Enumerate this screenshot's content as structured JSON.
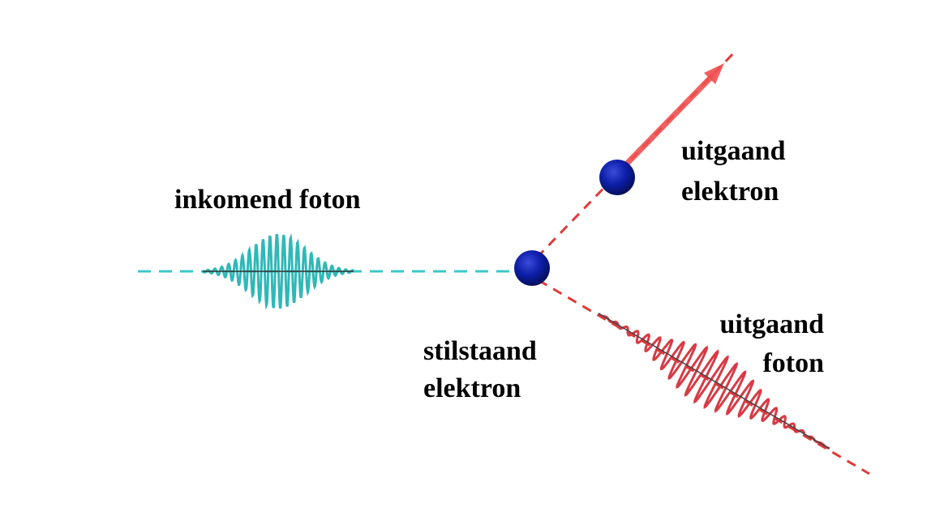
{
  "labels": {
    "incoming_photon": "inkomend foton",
    "resting_electron_line1": "stilstaand",
    "resting_electron_line2": "elektron",
    "outgoing_electron_line1": "uitgaand",
    "outgoing_electron_line2": "elektron",
    "outgoing_photon_line1": "uitgaand",
    "outgoing_photon_line2": "foton"
  },
  "colors": {
    "incoming_photon": "#3cc8c8",
    "outgoing": "#e03a3a",
    "electron": "#0a1a9a",
    "wave_core": "#555555"
  }
}
